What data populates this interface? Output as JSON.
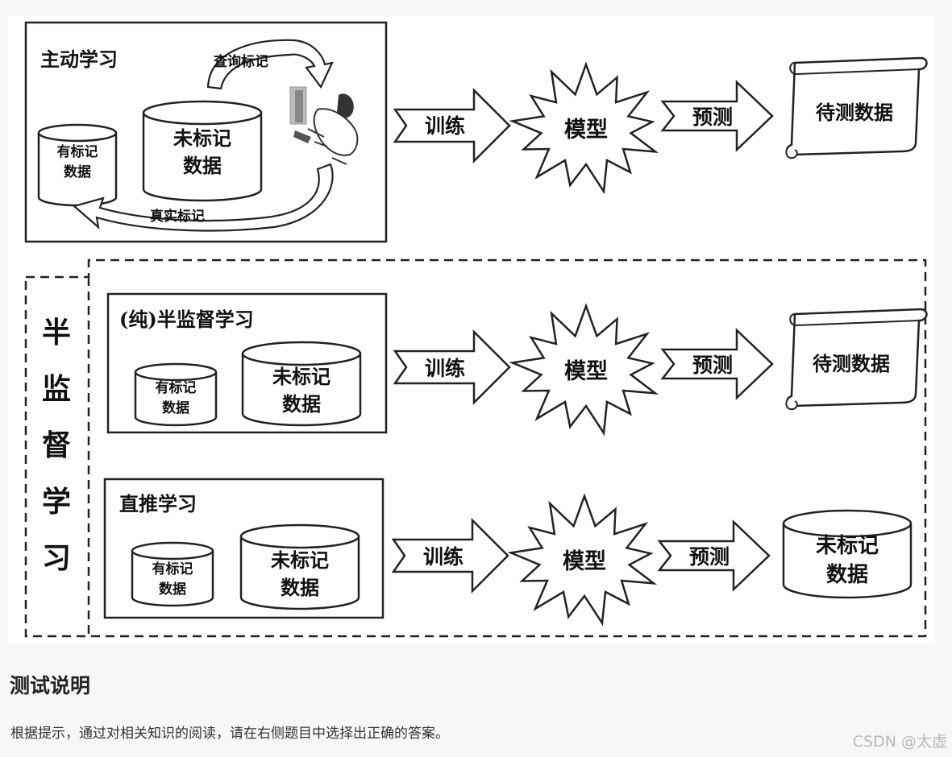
{
  "diagram": {
    "active_learning": {
      "title": "主动学习",
      "labeled": "有标记数据",
      "unlabeled": "未标记数据",
      "query_label": "查询标记",
      "true_label": "真实标记"
    },
    "flow_labels": {
      "train": "训练",
      "model": "模型",
      "predict": "预测",
      "test_data": "待测数据"
    },
    "semi_supervised": {
      "label": "半监督学习",
      "pure": {
        "title": "(纯)半监督学习",
        "labeled": "有标记数据",
        "unlabeled": "未标记数据"
      },
      "transductive": {
        "title": "直推学习",
        "labeled": "有标记数据",
        "unlabeled": "未标记数据",
        "target": "未标记数据"
      }
    }
  },
  "section": {
    "heading": "测试说明",
    "text": "根据提示，通过对相关知识的阅读，请在右侧题目中选择出正确的答案。"
  },
  "watermark": "CSDN @太虚"
}
